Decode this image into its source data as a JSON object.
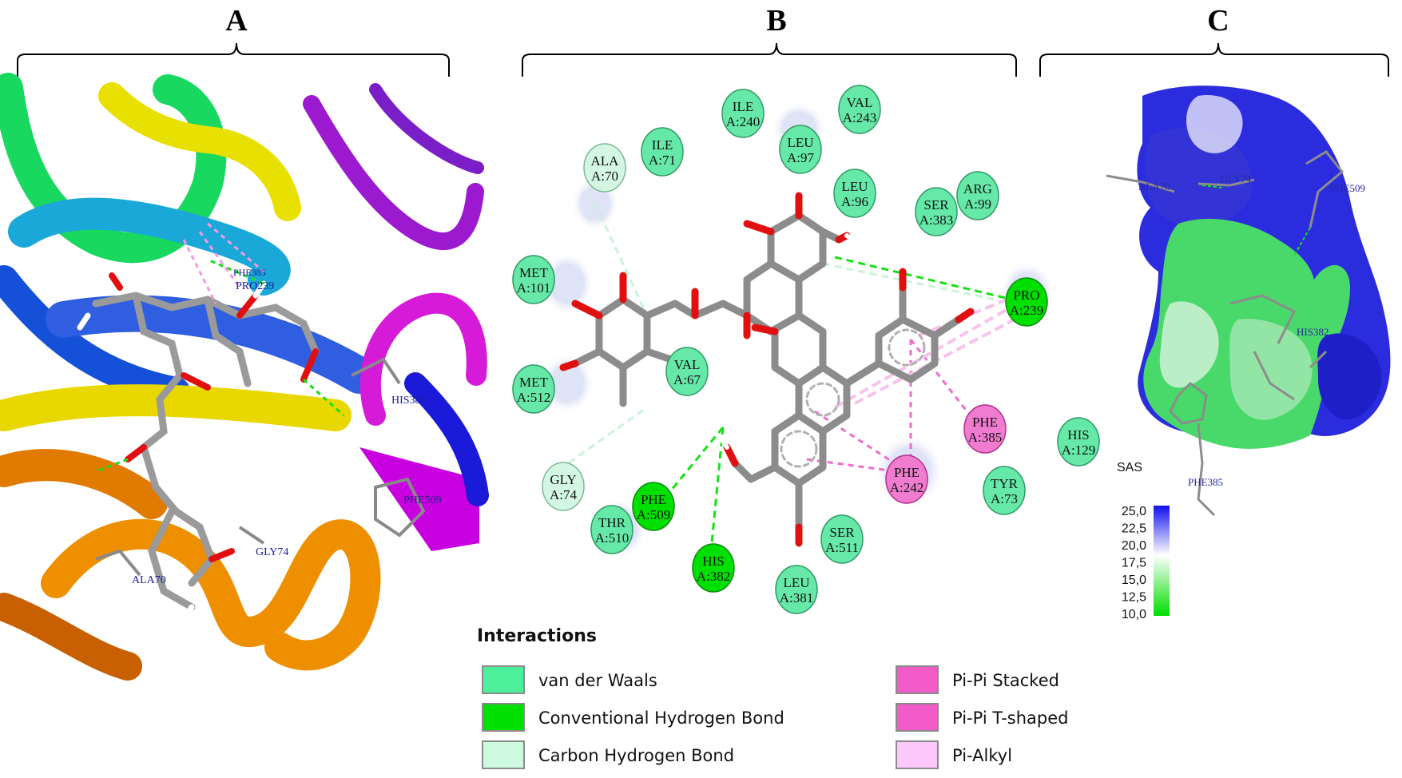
{
  "panels": {
    "a": "A",
    "b": "B",
    "c": "C"
  },
  "residues": [
    {
      "n": "ILE",
      "p": "A:240",
      "t": "vdw"
    },
    {
      "n": "VAL",
      "p": "A:243",
      "t": "vdw"
    },
    {
      "n": "ILE",
      "p": "A:71",
      "t": "vdw"
    },
    {
      "n": "LEU",
      "p": "A:97",
      "t": "vdw"
    },
    {
      "n": "ALA",
      "p": "A:70",
      "t": "chb"
    },
    {
      "n": "LEU",
      "p": "A:96",
      "t": "vdw"
    },
    {
      "n": "ARG",
      "p": "A:99",
      "t": "vdw"
    },
    {
      "n": "SER",
      "p": "A:383",
      "t": "vdw"
    },
    {
      "n": "MET",
      "p": "A:101",
      "t": "vdw"
    },
    {
      "n": "PRO",
      "p": "A:239",
      "t": "hb"
    },
    {
      "n": "MET",
      "p": "A:512",
      "t": "vdw"
    },
    {
      "n": "VAL",
      "p": "A:67",
      "t": "vdw"
    },
    {
      "n": "PHE",
      "p": "A:385",
      "t": "pi"
    },
    {
      "n": "HIS",
      "p": "A:129",
      "t": "vdw"
    },
    {
      "n": "GLY",
      "p": "A:74",
      "t": "chb"
    },
    {
      "n": "PHE",
      "p": "A:509",
      "t": "hb"
    },
    {
      "n": "PHE",
      "p": "A:242",
      "t": "pi"
    },
    {
      "n": "TYR",
      "p": "A:73",
      "t": "vdw"
    },
    {
      "n": "THR",
      "p": "A:510",
      "t": "vdw"
    },
    {
      "n": "SER",
      "p": "A:511",
      "t": "vdw"
    },
    {
      "n": "HIS",
      "p": "A:382",
      "t": "hb"
    },
    {
      "n": "LEU",
      "p": "A:381",
      "t": "vdw"
    }
  ],
  "labels_3d": {
    "his382": "HIS382",
    "phe509": "PHE509",
    "gly74": "GLY74",
    "ala70": "ALA70",
    "phe385": "PHE385",
    "pro239": "PRO239"
  },
  "labels_surface": {
    "ala70": "ALA70",
    "gly74": "GLY74",
    "phe509": "PHE509",
    "his382": "HIS382",
    "phe385": "PHE385"
  },
  "sas": {
    "title": "SAS",
    "ticks": [
      "25,0",
      "22,5",
      "20,0",
      "17,5",
      "15,0",
      "12,5",
      "10,0"
    ]
  },
  "legend": {
    "title": "Interactions",
    "items": [
      {
        "label": "van der Waals",
        "color": "#4cf09a"
      },
      {
        "label": "Conventional Hydrogen Bond",
        "color": "#00e000"
      },
      {
        "label": "Carbon Hydrogen Bond",
        "color": "#cdfadf"
      },
      {
        "label": "Pi-Pi Stacked",
        "color": "#f25cc9"
      },
      {
        "label": "Pi-Pi T-shaped",
        "color": "#f25cc9"
      },
      {
        "label": "Pi-Alkyl",
        "color": "#fcc8fa"
      }
    ]
  },
  "colors": {
    "vdw": "#66e8a8",
    "hb": "#00e000",
    "chb": "#d3f7e2",
    "pi": "#f07ccf"
  }
}
